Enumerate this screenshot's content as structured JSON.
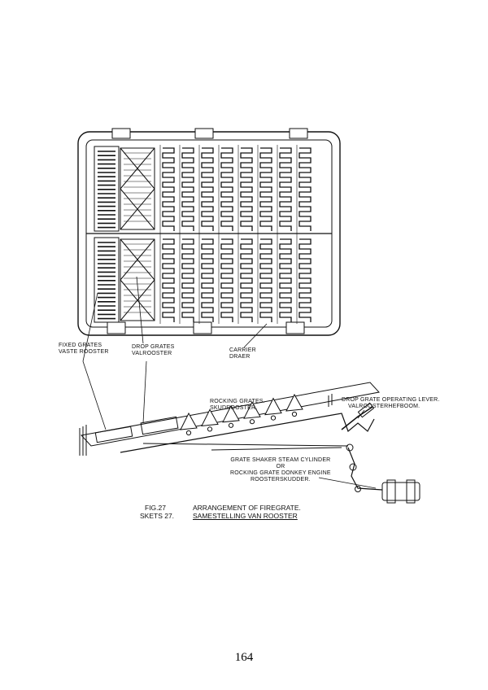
{
  "labels": {
    "fixed_grates": {
      "en": "FIXED GRATES",
      "nl": "VASTE ROOSTER"
    },
    "drop_grates": {
      "en": "DROP GRATES",
      "nl": "VALROOSTER"
    },
    "carrier": {
      "en": "CARRIER",
      "nl": "DRAER"
    },
    "rocking_grates": {
      "en": "ROCKING GRATES.",
      "nl": "SKUDROOSTER."
    },
    "drop_grate_lever": {
      "en": "DROP GRATE OPERATING LEVER.",
      "nl": "VALROOSTERHEFBOOM."
    },
    "shaker": {
      "line1": "GRATE SHAKER STEAM CYLINDER",
      "line2": "OR",
      "line3": "ROCKING GRATE DONKEY ENGINE",
      "line4": "ROOSTERSKUDDER."
    }
  },
  "caption": {
    "fig_en": "FIG.27",
    "fig_nl": "SKETS 27.",
    "title_en": "ARRANGEMENT OF FIREGRATE.",
    "title_nl": "SAMESTELLING VAN ROOSTER"
  },
  "page_number": "164"
}
